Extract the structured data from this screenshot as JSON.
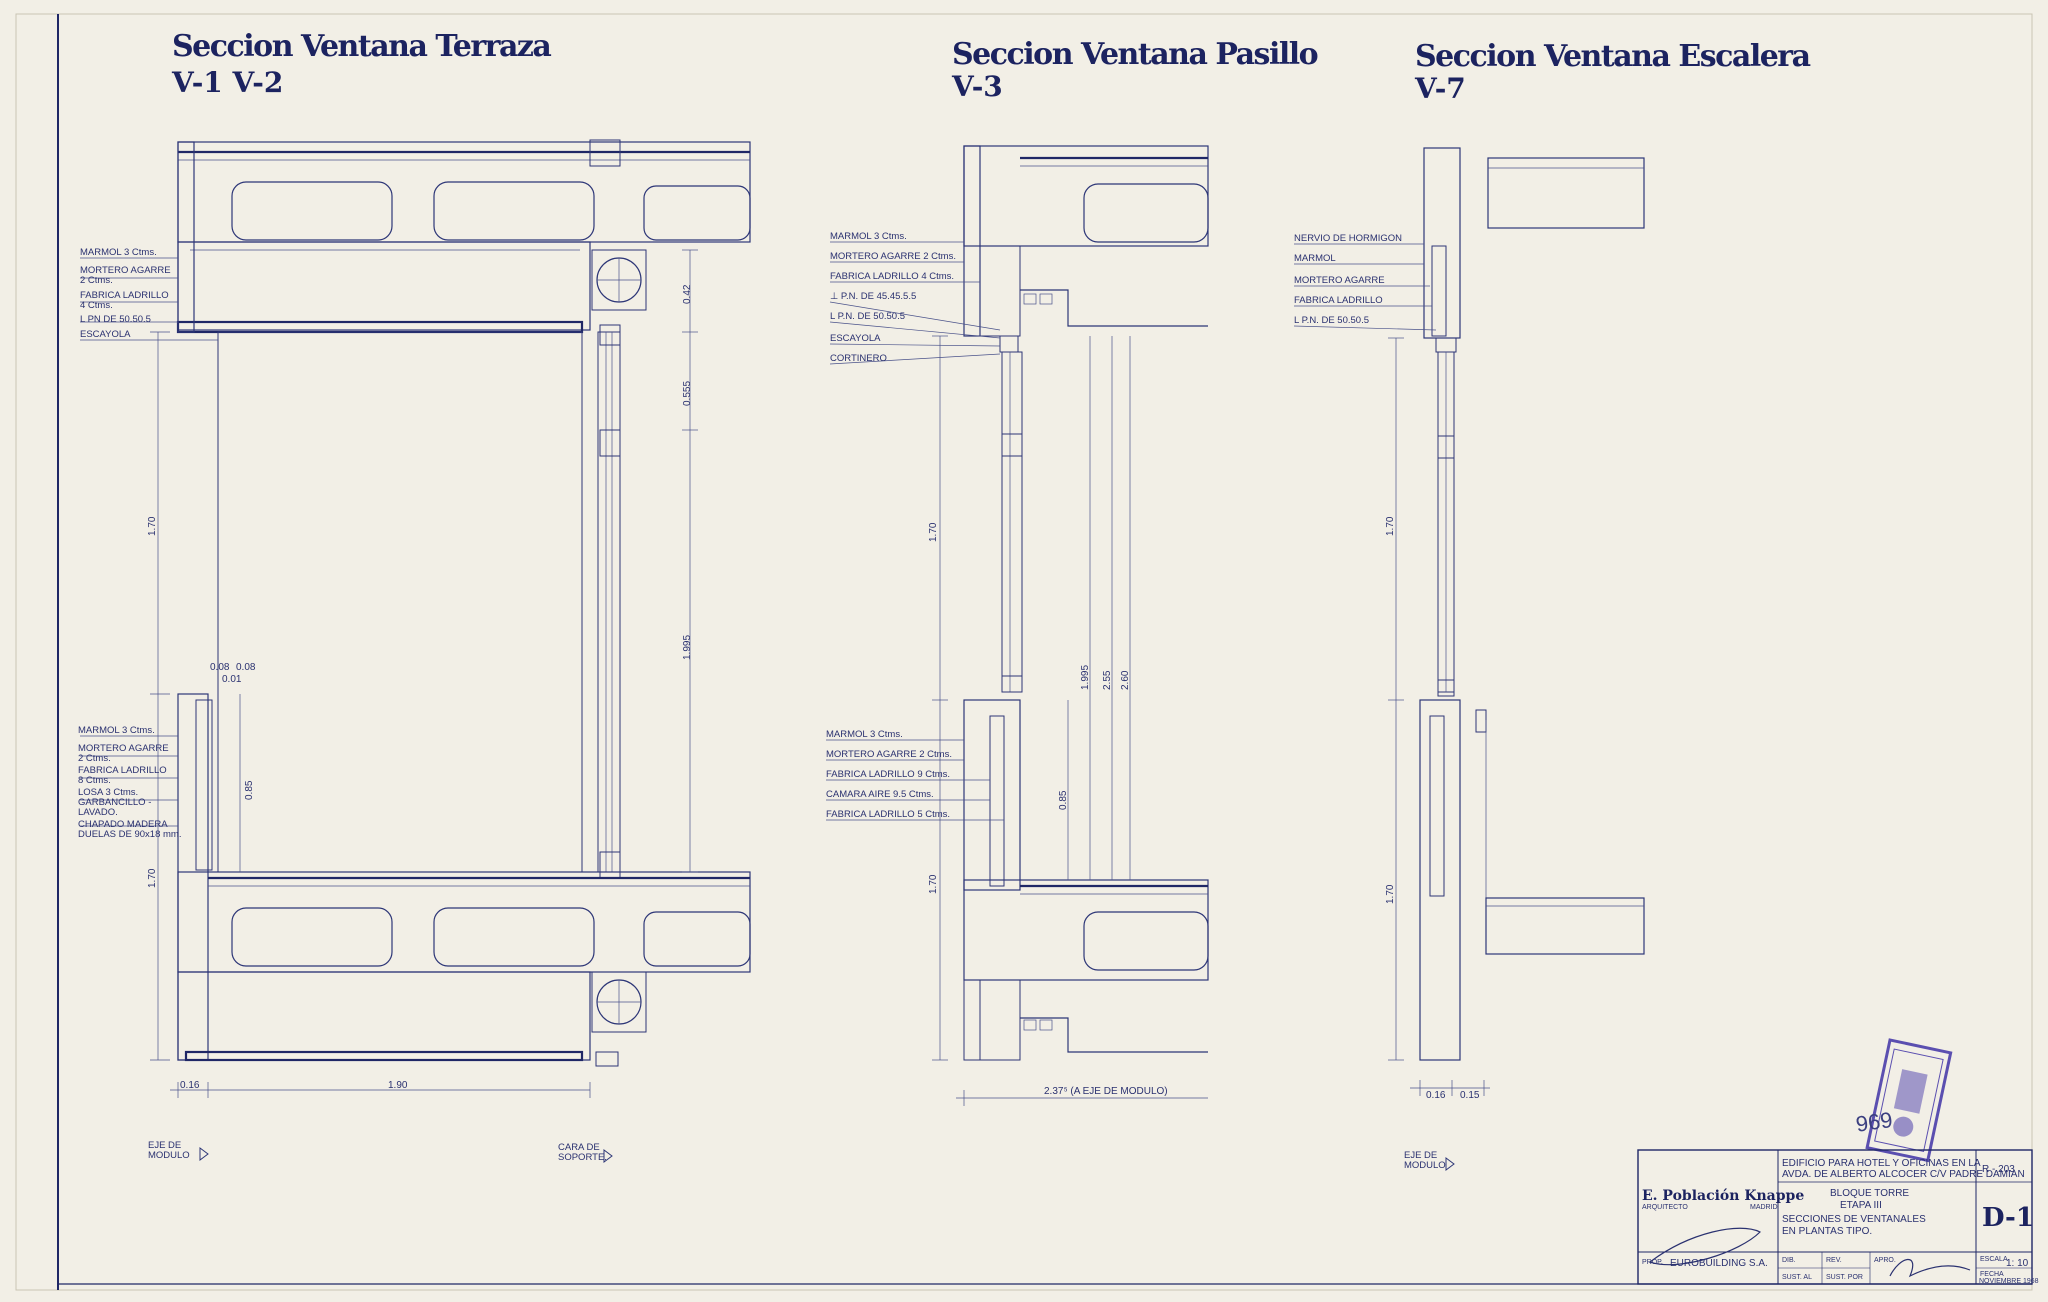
{
  "titles": [
    {
      "title": "Seccion Ventana Terraza",
      "sub": "V-1  V-2"
    },
    {
      "title": "Seccion Ventana Pasillo",
      "sub": "V-3"
    },
    {
      "title": "Seccion Ventana Escalera",
      "sub": "V-7"
    }
  ],
  "labels_a_top": [
    "MARMOL 3 Ctms.",
    "MORTERO AGARRE",
    "2 Ctms.",
    "FABRICA LADRILLO",
    "4 Ctms.",
    "L PN DE 50.50.5",
    "ESCAYOLA"
  ],
  "labels_a_bot": [
    "MARMOL 3 Ctms.",
    "MORTERO AGARRE",
    "2 Ctms.",
    "FABRICA LADRILLO",
    "8 Ctms.",
    "LOSA 3 Ctms.",
    "GARBANCILLO -",
    "LAVADO.",
    "CHAPADO MADERA",
    "DUELAS DE 90x18 mm."
  ],
  "labels_b_top": [
    "MARMOL 3 Ctms.",
    "MORTERO AGARRE 2 Ctms.",
    "FABRICA LADRILLO 4 Ctms.",
    "⊥ P.N. DE 45.45.5.5",
    "L P.N. DE 50.50.5",
    "ESCAYOLA",
    "CORTINERO"
  ],
  "labels_b_bot": [
    "MARMOL 3 Ctms.",
    "MORTERO AGARRE 2 Ctms.",
    "FABRICA LADRILLO 9 Ctms.",
    "CAMARA AIRE 9.5 Ctms.",
    "FABRICA LADRILLO 5 Ctms."
  ],
  "labels_c_top": [
    "NERVIO DE HORMIGON",
    "MARMOL",
    "MORTERO AGARRE",
    "FABRICA LADRILLO",
    "L P.N. DE  50.50.5"
  ],
  "dims": {
    "d042": "0.42",
    "d0555": "0.555",
    "d1995": "1.995",
    "d170a": "1.70",
    "d170b": "1.70",
    "d008a": "0.08",
    "d008b": "0.08",
    "d001": "0.01",
    "d085a": "0.85",
    "d016a": "0.16",
    "d190": "1.90",
    "d170c": "1.70",
    "d170d": "1.70",
    "d085b": "0.85",
    "d1995b": "1.995",
    "d255": "2.55",
    "d260": "2.60",
    "d2375": "2.37⁵  (A EJE DE MODULO)",
    "d170e": "1.70",
    "d170f": "1.70",
    "d016b": "0.16",
    "d015": "0.15"
  },
  "markers": {
    "eje1": [
      "EJE DE",
      "MODULO"
    ],
    "cara": [
      "CARA DE",
      "SOPORTE."
    ],
    "eje2": [
      "EJE DE",
      "MODULO"
    ]
  },
  "title_block": {
    "project_1": "EDIFICIO PARA HOTEL Y OFICINAS EN LA",
    "project_2": "AVDA. DE ALBERTO ALCOCER C/V PADRE DAMIAN",
    "ref": "R - 203",
    "architect": "E. Población Knappe",
    "arch_role": "ARQUITECTO",
    "city": "MADRID",
    "bloque": "BLOQUE TORRE",
    "etapa": "ETAPA  III",
    "desc_1": "SECCIONES  DE  VENTANALES",
    "desc_2": "EN PLANTAS TIPO.",
    "sheet": "D-1",
    "prop_label": "PROP.",
    "prop_value": "EUROBUILDING S.A.",
    "dib": "DIB.",
    "rev": "REV.",
    "apro": "APRO.",
    "sust_al": "SUST. AL",
    "sust_por": "SUST. POR",
    "escala_label": "ESCALA",
    "escala": "1: 10",
    "fecha_label": "FECHA",
    "fecha": "NOVIEMBRE 1968"
  },
  "stamp_number": "969",
  "colors": {
    "paper": "#f2efe6",
    "ink": "#1f2766",
    "stamp": "#5b4fb0"
  }
}
